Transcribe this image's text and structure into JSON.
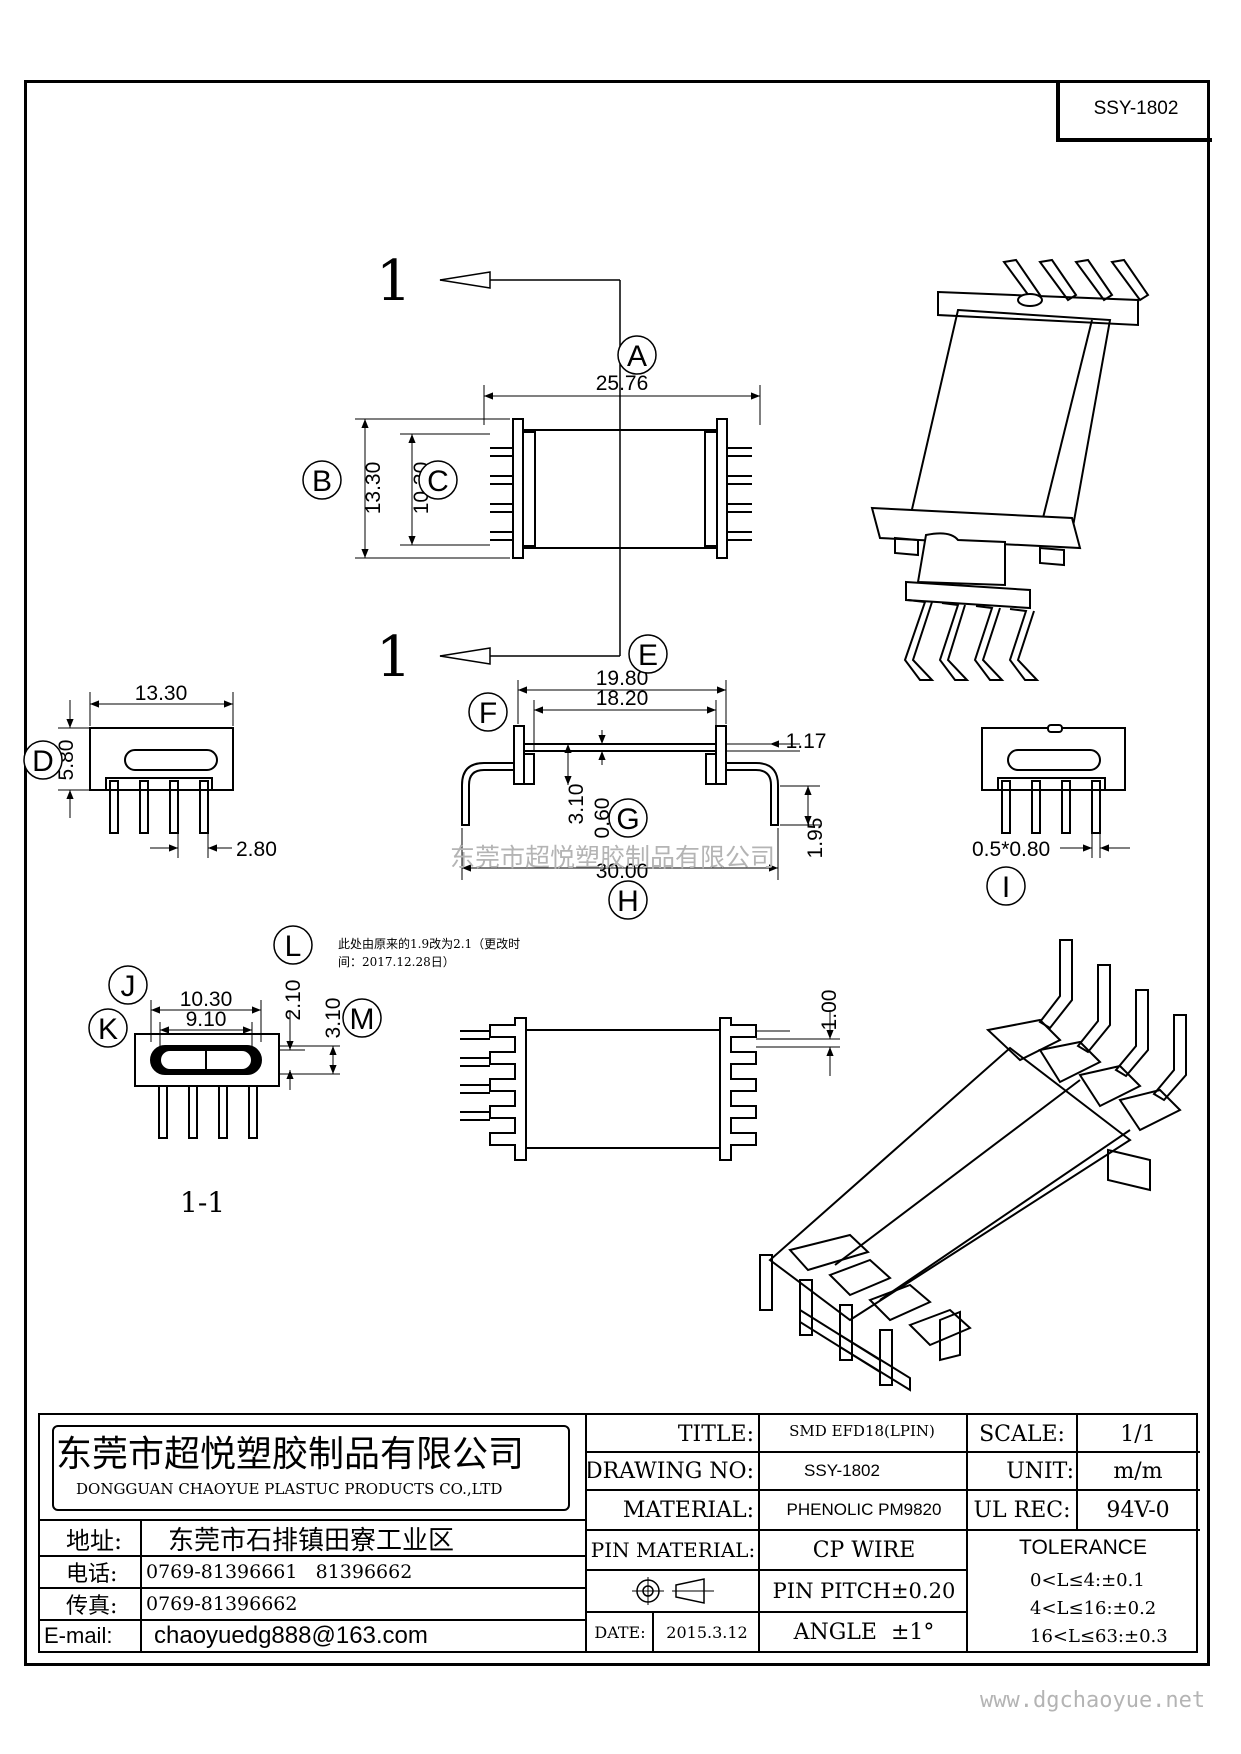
{
  "drawing_code": "SSY-1802",
  "section_label": "1",
  "section_view_label": "1-1",
  "callouts": [
    "A",
    "B",
    "C",
    "D",
    "E",
    "F",
    "G",
    "H",
    "I",
    "J",
    "K",
    "L",
    "M"
  ],
  "dims": {
    "d25_76": "25.76",
    "d13_30_v": "13.30",
    "d10_30_v": "10.30",
    "d13_30_h": "13.30",
    "d5_80": "5.80",
    "d2_80": "2.80",
    "d19_80": "19.80",
    "d18_20": "18.20",
    "d1_17": "1.17",
    "d3_10_a": "3.10",
    "d0_60": "0.60",
    "d1_95": "1.95",
    "d30_00": "30.00",
    "d0_5x0_80": "0.5*0.80",
    "d10_30_h": "10.30",
    "d9_10": "9.10",
    "d2_10": "2.10",
    "d3_10_b": "3.10",
    "d1_00": "1.00"
  },
  "note": {
    "line1": "此处由原来的1.9改为2.1（更改时",
    "line2": "间：2017.12.28日）"
  },
  "watermark": "东莞市超悦塑胶制品有限公司",
  "website": "www.dgchaoyue.net",
  "company": {
    "name_cn": "东莞市超悦塑胶制品有限公司",
    "name_en": "DONGGUAN CHAOYUE PLASTUC PRODUCTS CO.,LTD",
    "address_label": "地址:",
    "address": "东莞市石排镇田寮工业区",
    "tel_label": "电话:",
    "tel": "0769-81396661   81396662",
    "fax_label": "传真:",
    "fax": "0769-81396662",
    "email_label": "E-mail:",
    "email": "chaoyuedg888@163.com"
  },
  "spec": {
    "title_label": "TITLE:",
    "title": "SMD EFD18(LPIN)",
    "drawing_no_label": "DRAWING NO:",
    "drawing_no": "SSY-1802",
    "material_label": "MATERIAL:",
    "material": "PHENOLIC PM9820",
    "pin_material_label": "PIN MATERIAL:",
    "pin_material": "CP WIRE",
    "pin_pitch": "PIN PITCH±0.20",
    "date_label": "DATE:",
    "date": "2015.3.12",
    "angle": "ANGLE  ±1°",
    "scale_label": "SCALE:",
    "scale": "1/1",
    "unit_label": "UNIT:",
    "unit": "m/m",
    "ul_label": "UL REC:",
    "ul": "94V-0",
    "tolerance_label": "TOLERANCE",
    "tol1": "0<L≤4:±0.1",
    "tol2": "4<L≤16:±0.2",
    "tol3": "16<L≤63:±0.3"
  }
}
